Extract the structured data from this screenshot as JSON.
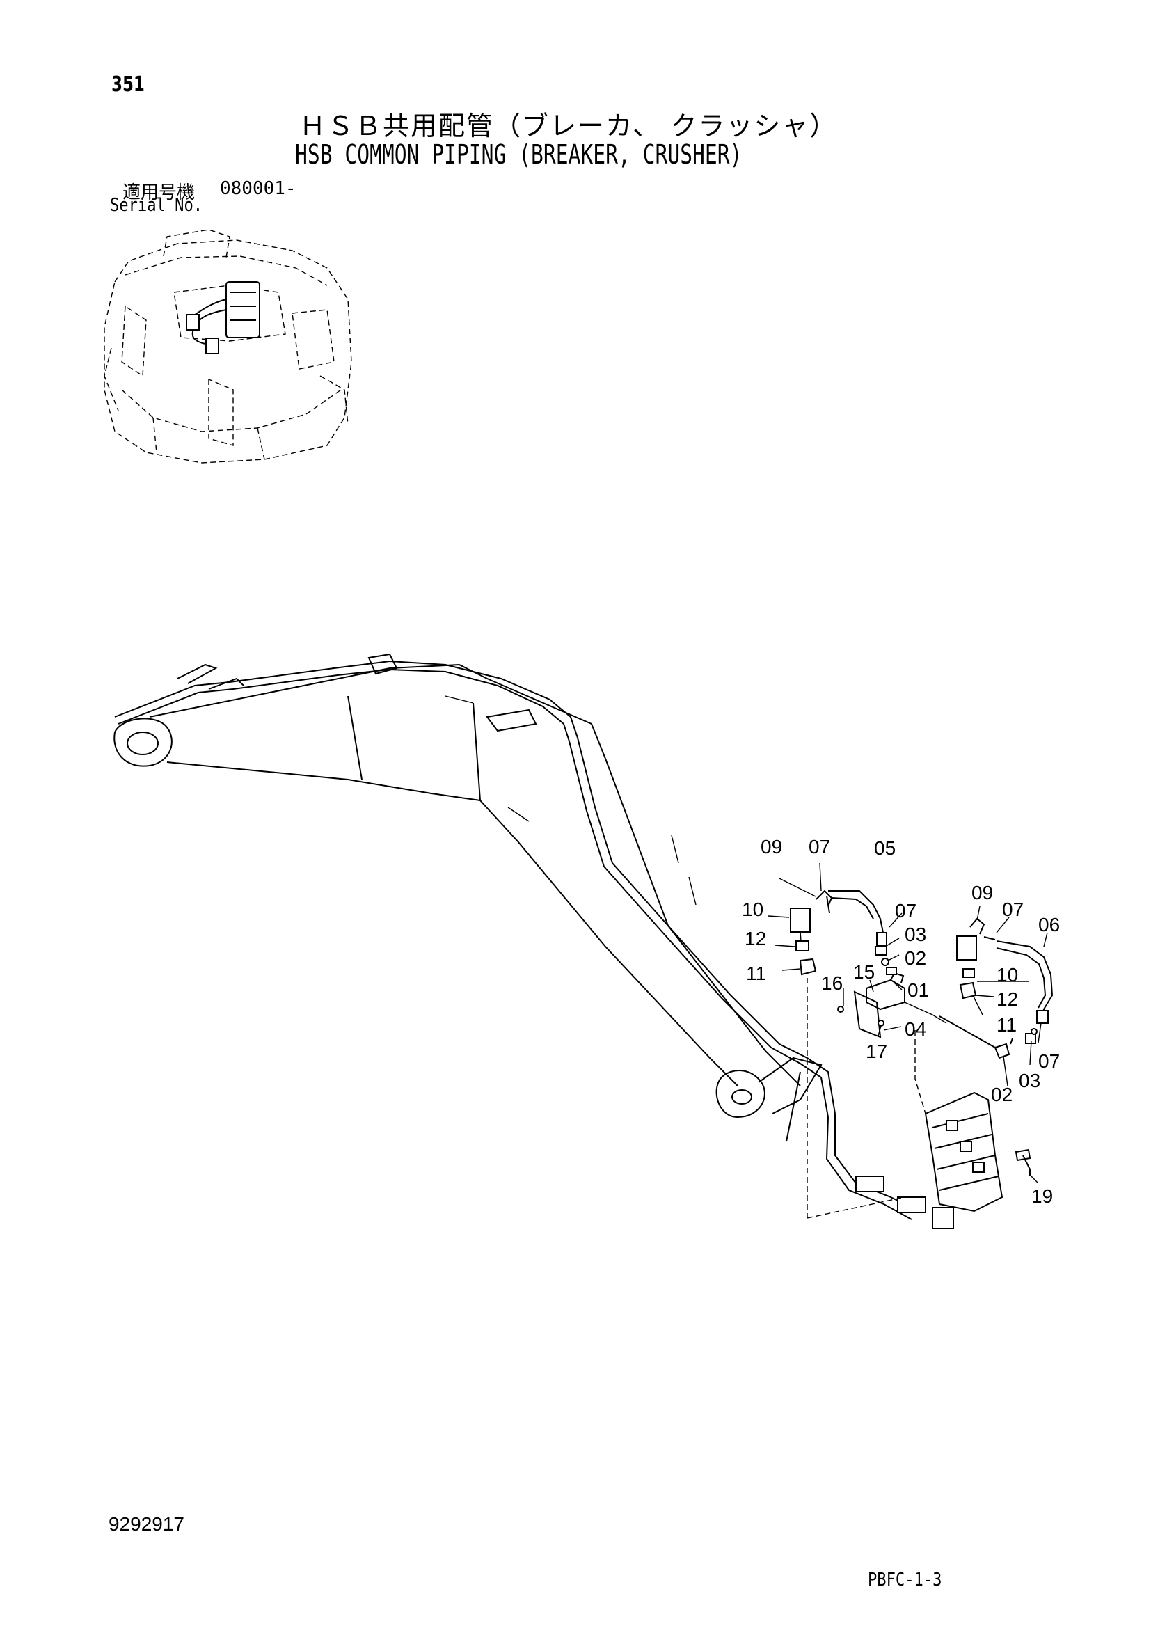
{
  "page": {
    "number": "351",
    "title_jp": "ＨＳＢ共用配管（ブレーカ、 クラッシャ）",
    "title_en": "HSB COMMON PIPING (BREAKER, CRUSHER)",
    "serial_label_jp": "適用号機",
    "serial_value": "080001-",
    "serial_label_en": "Serial No.",
    "doc_number": "9292917",
    "page_code": "PBFC-1-3"
  },
  "callouts": [
    {
      "id": "c09a",
      "label": "09"
    },
    {
      "id": "c07a",
      "label": "07"
    },
    {
      "id": "c05",
      "label": "05"
    },
    {
      "id": "c10a",
      "label": "10"
    },
    {
      "id": "c07b",
      "label": "07"
    },
    {
      "id": "c12a",
      "label": "12"
    },
    {
      "id": "c03a",
      "label": "03"
    },
    {
      "id": "c02a",
      "label": "02"
    },
    {
      "id": "c11a",
      "label": "11"
    },
    {
      "id": "c16",
      "label": "16"
    },
    {
      "id": "c15",
      "label": "15"
    },
    {
      "id": "c01",
      "label": "01"
    },
    {
      "id": "c09b",
      "label": "09"
    },
    {
      "id": "c07c",
      "label": "07"
    },
    {
      "id": "c06",
      "label": "06"
    },
    {
      "id": "c10b",
      "label": "10"
    },
    {
      "id": "c12b",
      "label": "12"
    },
    {
      "id": "c11b",
      "label": "11"
    },
    {
      "id": "c04",
      "label": "04"
    },
    {
      "id": "c17",
      "label": "17"
    },
    {
      "id": "c07d",
      "label": "07"
    },
    {
      "id": "c02b",
      "label": "02"
    },
    {
      "id": "c03b",
      "label": "03"
    },
    {
      "id": "c19",
      "label": "19"
    }
  ]
}
